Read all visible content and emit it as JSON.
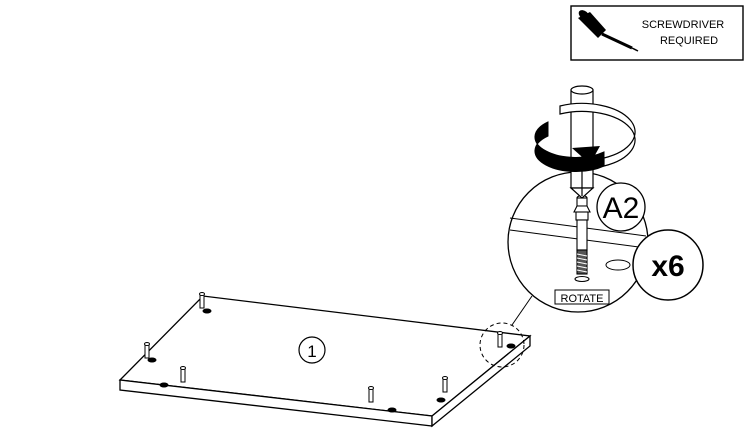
{
  "tool_box": {
    "line1": "SCREWDRIVER",
    "line2": "REQUIRED",
    "icon": "screwdriver-icon"
  },
  "part_number": "1",
  "hardware": {
    "part_code": "A2",
    "quantity": "x6",
    "action": "ROTATE",
    "icon": "cam-dowel-icon"
  }
}
